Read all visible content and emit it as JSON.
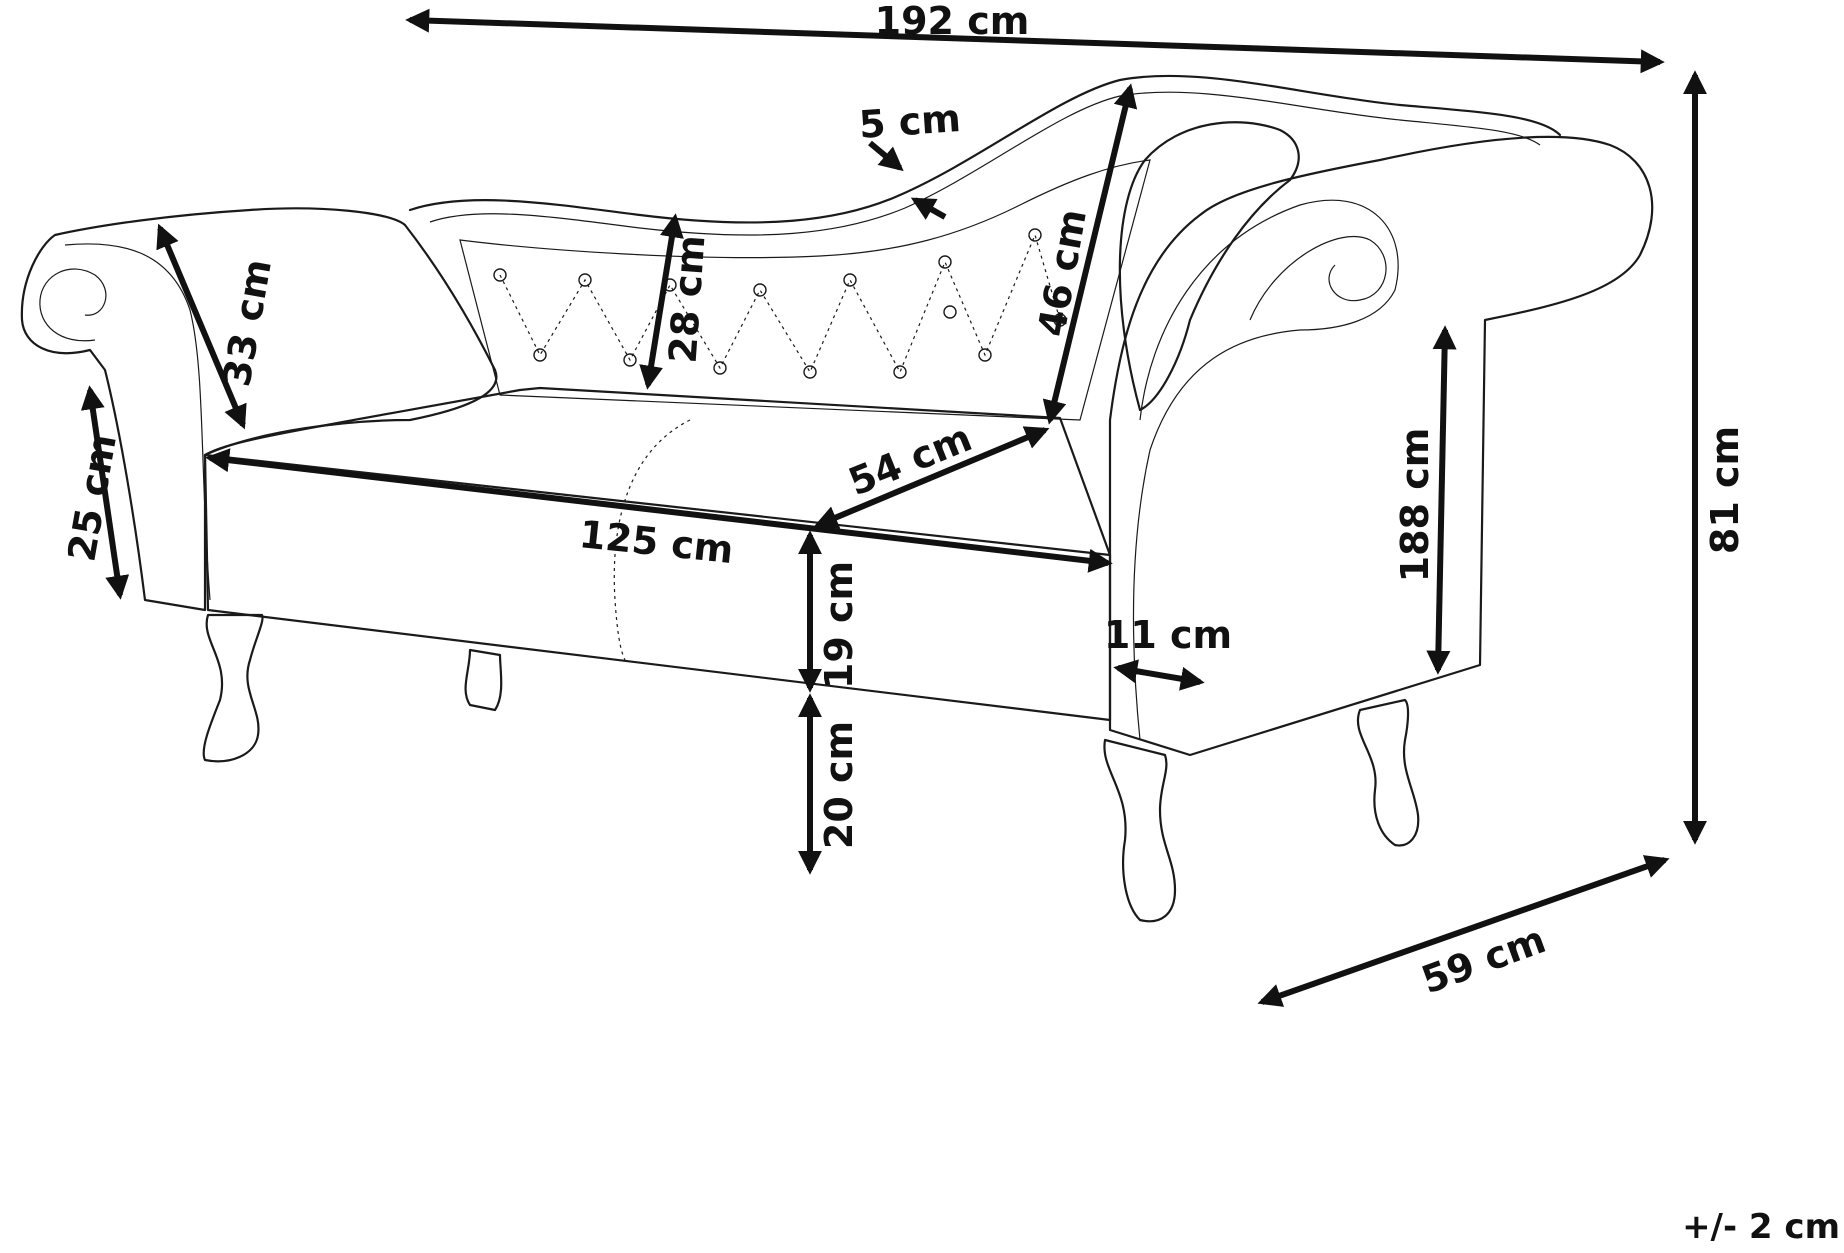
{
  "dimensions": {
    "total_length": "192 cm",
    "frame_thickness": "5 cm",
    "backrest_height": "28 cm",
    "high_back_height": "46 cm",
    "arm_height_left": "33 cm",
    "arm_front_left": "25 cm",
    "seat_width": "125 cm",
    "seat_depth": "54 cm",
    "seat_thickness": "19 cm",
    "leg_height": "20 cm",
    "arm_width": "11 cm",
    "arm_height_right": "188 cm",
    "total_height": "81 cm",
    "total_depth": "59 cm"
  },
  "tolerance": "+/- 2 cm",
  "colors": {
    "line": "#111111",
    "background": "#ffffff"
  }
}
